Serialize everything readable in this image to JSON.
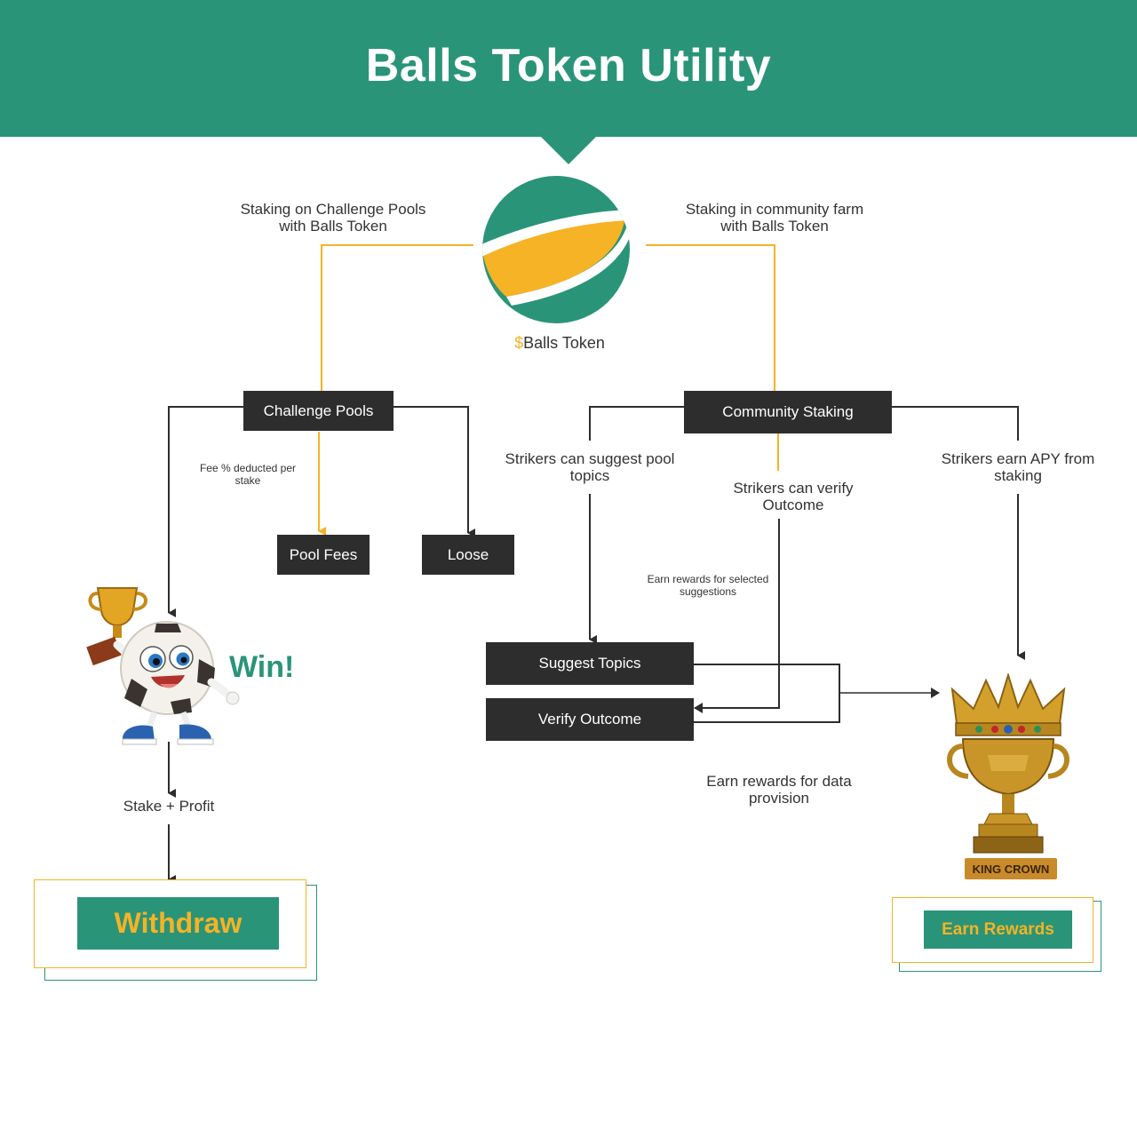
{
  "header": {
    "title": "Balls Token Utility"
  },
  "token": {
    "dollar": "$",
    "name": "Balls Token"
  },
  "labels": {
    "staking_challenge": "Staking on Challenge Pools with Balls Token",
    "staking_community": "Staking in community farm with Balls Token",
    "fee_deducted": "Fee % deducted per stake",
    "suggest_topics_note": "Strikers can suggest pool topics",
    "verify_outcome_note": "Strikers can verify Outcome",
    "earn_apy": "Strikers earn APY from staking",
    "earn_selected": "Earn rewards for selected suggestions",
    "earn_data": "Earn rewards for data provision",
    "stake_profit": "Stake + Profit",
    "win": "Win!"
  },
  "boxes": {
    "challenge_pools": "Challenge Pools",
    "community_staking": "Community Staking",
    "pool_fees": "Pool Fees",
    "loose": "Loose",
    "suggest_topics": "Suggest Topics",
    "verify_outcome": "Verify Outcome"
  },
  "cta": {
    "withdraw": "Withdraw",
    "earn_rewards": "Earn Rewards"
  },
  "trophy": {
    "plate": "KING CROWN"
  },
  "icons": {
    "token": "balls-token-logo-icon",
    "mascot": "soccer-ball-mascot-trophy-icon",
    "crown": "king-crown-trophy-icon"
  },
  "colors": {
    "green": "#2a9478",
    "yellow": "#f5b325",
    "dark": "#2d2d2d",
    "text": "#333333"
  }
}
